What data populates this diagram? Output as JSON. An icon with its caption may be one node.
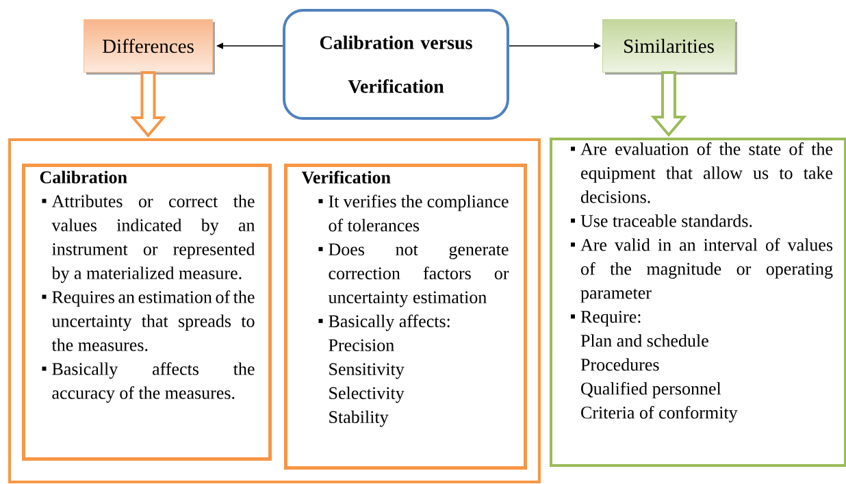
{
  "diagram": {
    "nodes": [
      {
        "text": [
          "Calibration versus Verification"
        ]
      },
      {
        "text": [
          "Differences"
        ]
      },
      {
        "text": [
          "Similarities"
        ]
      },
      {
        "text": [],
        "shape": "box"
      },
      {
        "text": [
          "Calibration",
          "Attributes or correct the values indicated by an instrument or represented by a materialized measure.",
          "Requires an estimation of the uncertainty that spreads to the measures.",
          "Basically affects the accuracy of the measures."
        ],
        "in": 3
      },
      {
        "text": [
          "Verification",
          "It verifies the compliance of tolerances",
          "Does not generate correction factors or uncertainty estimation",
          "Basically affects:",
          "Precision",
          "Sensitivity",
          "Selectivity",
          "Stability"
        ],
        "in": 3
      },
      {
        "text": [
          "Are evaluation of the state of the equipment that allow us to take decisions.",
          "Use traceable standards.",
          "Are valid in an interval of values of the magnitude or operating parameter",
          "Require:",
          "Plan and schedule",
          "Procedures",
          "Qualified personnel",
          "Criteria of conformity"
        ]
      }
    ],
    "edges": [
      {
        "from": 0,
        "to": 1,
        "arrow": "to"
      },
      {
        "from": 0,
        "to": 2,
        "arrow": "to"
      },
      {
        "from": 1,
        "to": 3,
        "arrow": "to",
        "style": "thick",
        "color": "#f79646"
      },
      {
        "from": 2,
        "to": 6,
        "arrow": "to",
        "style": "thick",
        "color": "#9bbb59"
      }
    ]
  }
}
